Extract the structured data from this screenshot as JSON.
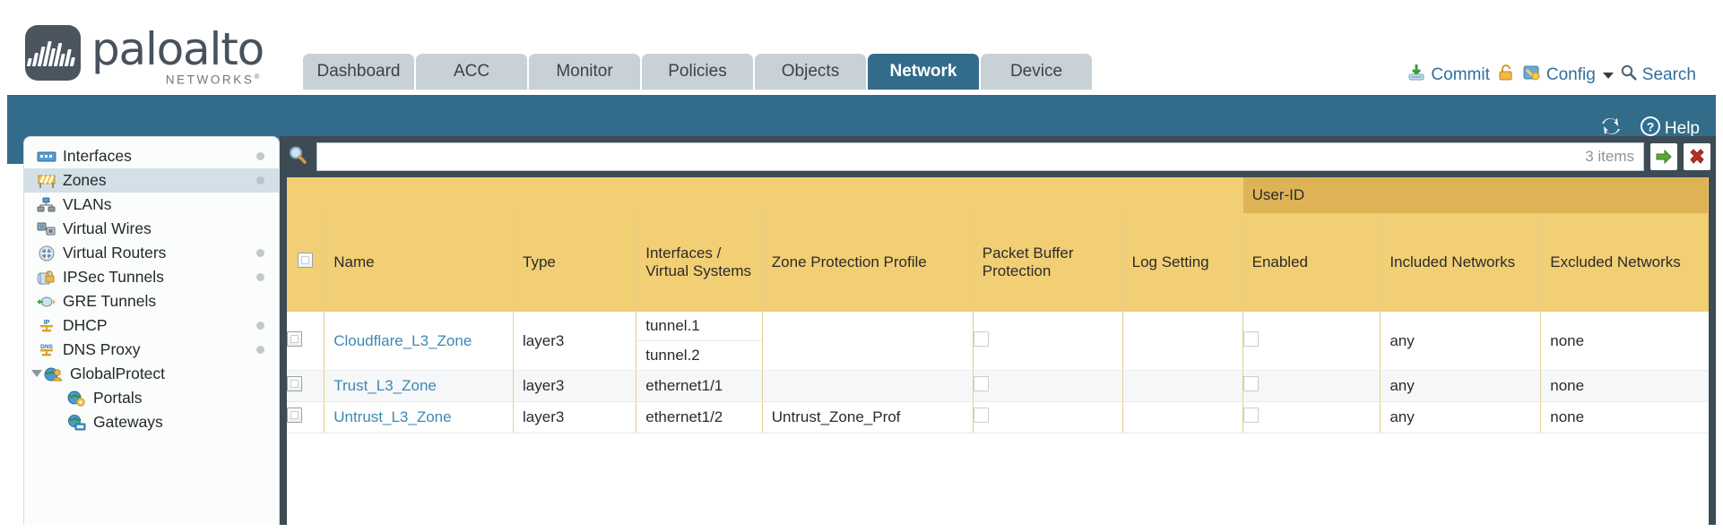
{
  "brand": {
    "name": "paloalto",
    "tagline": "NETWORKS",
    "registered": "®"
  },
  "nav_tabs": [
    {
      "label": "Dashboard",
      "active": false
    },
    {
      "label": "ACC",
      "active": false
    },
    {
      "label": "Monitor",
      "active": false
    },
    {
      "label": "Policies",
      "active": false
    },
    {
      "label": "Objects",
      "active": false
    },
    {
      "label": "Network",
      "active": true
    },
    {
      "label": "Device",
      "active": false
    }
  ],
  "header_actions": {
    "commit": "Commit",
    "lock_icon": "lock-icon",
    "config": "Config",
    "search": "Search",
    "commit_icon": "commit-download-icon",
    "config_icon": "config-wrench-icon",
    "search_icon": "magnifier-icon",
    "caret_icon": "chevron-down-icon"
  },
  "banner": {
    "refresh_icon": "refresh-icon",
    "help_icon": "help-question-icon",
    "help_label": "Help"
  },
  "sidebar": {
    "items": [
      {
        "label": "Interfaces",
        "icon": "interfaces-icon",
        "dot": true,
        "selected": false,
        "child": false
      },
      {
        "label": "Zones",
        "icon": "zones-icon",
        "dot": true,
        "selected": true,
        "child": false
      },
      {
        "label": "VLANs",
        "icon": "vlans-icon",
        "dot": false,
        "selected": false,
        "child": false
      },
      {
        "label": "Virtual Wires",
        "icon": "virtual-wires-icon",
        "dot": false,
        "selected": false,
        "child": false
      },
      {
        "label": "Virtual Routers",
        "icon": "virtual-routers-icon",
        "dot": true,
        "selected": false,
        "child": false
      },
      {
        "label": "IPSec Tunnels",
        "icon": "ipsec-tunnels-icon",
        "dot": true,
        "selected": false,
        "child": false
      },
      {
        "label": "GRE Tunnels",
        "icon": "gre-tunnels-icon",
        "dot": false,
        "selected": false,
        "child": false
      },
      {
        "label": "DHCP",
        "icon": "dhcp-icon",
        "dot": true,
        "selected": false,
        "child": false
      },
      {
        "label": "DNS Proxy",
        "icon": "dns-proxy-icon",
        "dot": true,
        "selected": false,
        "child": false
      },
      {
        "label": "GlobalProtect",
        "icon": "globalprotect-icon",
        "dot": false,
        "selected": false,
        "child": false,
        "twisty": true
      },
      {
        "label": "Portals",
        "icon": "portals-icon",
        "dot": false,
        "selected": false,
        "child": true
      },
      {
        "label": "Gateways",
        "icon": "gateways-icon",
        "dot": false,
        "selected": false,
        "child": true
      }
    ]
  },
  "search": {
    "value": "",
    "placeholder": "",
    "item_count": "3 items",
    "apply_icon": "apply-arrow-icon",
    "clear_icon": "clear-x-icon",
    "magnifier_icon": "magnifier-icon"
  },
  "table": {
    "group_header": "User-ID",
    "columns": [
      "Name",
      "Type",
      "Interfaces / Virtual Systems",
      "Zone Protection Profile",
      "Packet Buffer Protection",
      "Log Setting",
      "Enabled",
      "Included Networks",
      "Excluded Networks"
    ],
    "rows": [
      {
        "name": "Cloudflare_L3_Zone",
        "type": "layer3",
        "interfaces": [
          "tunnel.1",
          "tunnel.2"
        ],
        "zone_protection_profile": "",
        "packet_buffer_protection": false,
        "log_setting": "",
        "userid_enabled": false,
        "included_networks": "any",
        "excluded_networks": "none"
      },
      {
        "name": "Trust_L3_Zone",
        "type": "layer3",
        "interfaces": [
          "ethernet1/1"
        ],
        "zone_protection_profile": "",
        "packet_buffer_protection": false,
        "log_setting": "",
        "userid_enabled": false,
        "included_networks": "any",
        "excluded_networks": "none"
      },
      {
        "name": "Untrust_L3_Zone",
        "type": "layer3",
        "interfaces": [
          "ethernet1/2"
        ],
        "zone_protection_profile": "Untrust_Zone_Prof",
        "packet_buffer_protection": false,
        "log_setting": "",
        "userid_enabled": false,
        "included_networks": "any",
        "excluded_networks": "none"
      }
    ]
  },
  "colors": {
    "brand_blue": "#336b8a",
    "tab_inactive": "#c8d2d6",
    "table_header": "#f2cf74",
    "table_group_header": "#ddb356",
    "link": "#3d87b5",
    "panel_dark": "#3d4b55"
  }
}
